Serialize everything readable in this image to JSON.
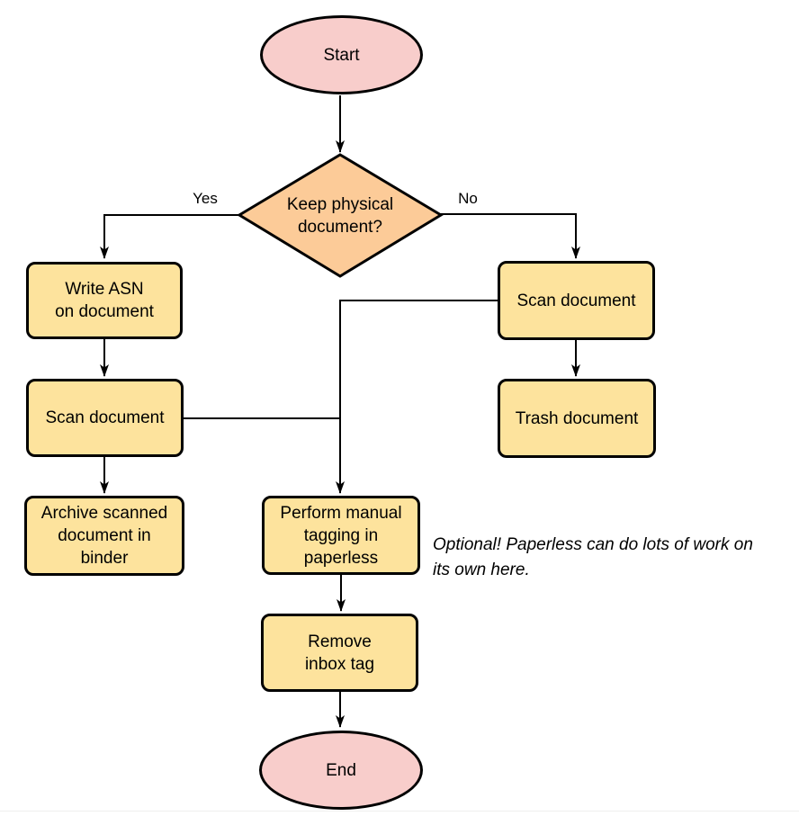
{
  "colors": {
    "background": "#FFFFFF",
    "terminator-fill": "#F8CDCB",
    "decision-fill": "#FCCB98",
    "process-fill": "#FDE39D",
    "shape-stroke": "#000000",
    "edge-stroke": "#000000",
    "text-color": "#000000"
  },
  "nodes": {
    "start": {
      "label": "Start",
      "type": "terminator"
    },
    "decision": {
      "label": "Keep physical\ndocument?",
      "type": "decision"
    },
    "write_asn": {
      "label": "Write ASN\non document",
      "type": "process"
    },
    "scan_left": {
      "label": "Scan document",
      "type": "process"
    },
    "archive": {
      "label": "Archive scanned\ndocument in\nbinder",
      "type": "process"
    },
    "scan_right": {
      "label": "Scan document",
      "type": "process"
    },
    "trash": {
      "label": "Trash document",
      "type": "process"
    },
    "perform_tagging": {
      "label": "Perform manual\ntagging in\npaperless",
      "type": "process"
    },
    "remove_inbox": {
      "label": "Remove\ninbox tag",
      "type": "process"
    },
    "end": {
      "label": "End",
      "type": "terminator"
    }
  },
  "edge_labels": {
    "yes": "Yes",
    "no": "No"
  },
  "annotation": {
    "text": "Optional! Paperless can do lots of work on\nits own here."
  }
}
